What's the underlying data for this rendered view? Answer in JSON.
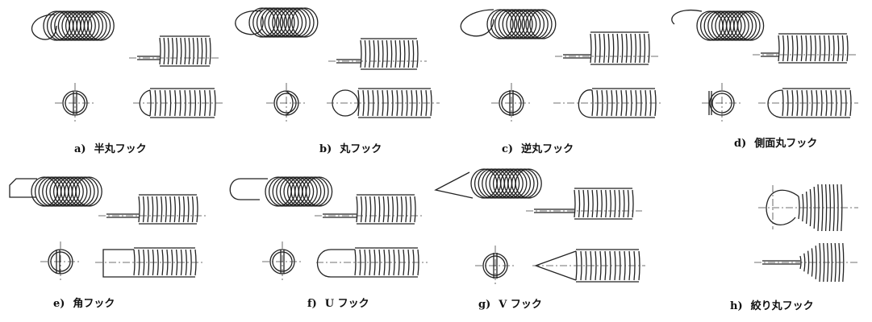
{
  "figures": [
    {
      "id": "a",
      "letter": "a)",
      "label": "半丸フック",
      "hook": "half-round"
    },
    {
      "id": "b",
      "letter": "b)",
      "label": "丸フック",
      "hook": "round"
    },
    {
      "id": "c",
      "letter": "c)",
      "label": "逆丸フック",
      "hook": "reverse-round"
    },
    {
      "id": "d",
      "letter": "d)",
      "label": "側面丸フック",
      "hook": "side-round"
    },
    {
      "id": "e",
      "letter": "e)",
      "label": "角フック",
      "hook": "square"
    },
    {
      "id": "f",
      "letter": "f)",
      "label": "U フック",
      "hook": "u"
    },
    {
      "id": "g",
      "letter": "g)",
      "label": "V フック",
      "hook": "v"
    },
    {
      "id": "h",
      "letter": "h)",
      "label": "絞り丸フック",
      "hook": "reduced-round"
    }
  ]
}
